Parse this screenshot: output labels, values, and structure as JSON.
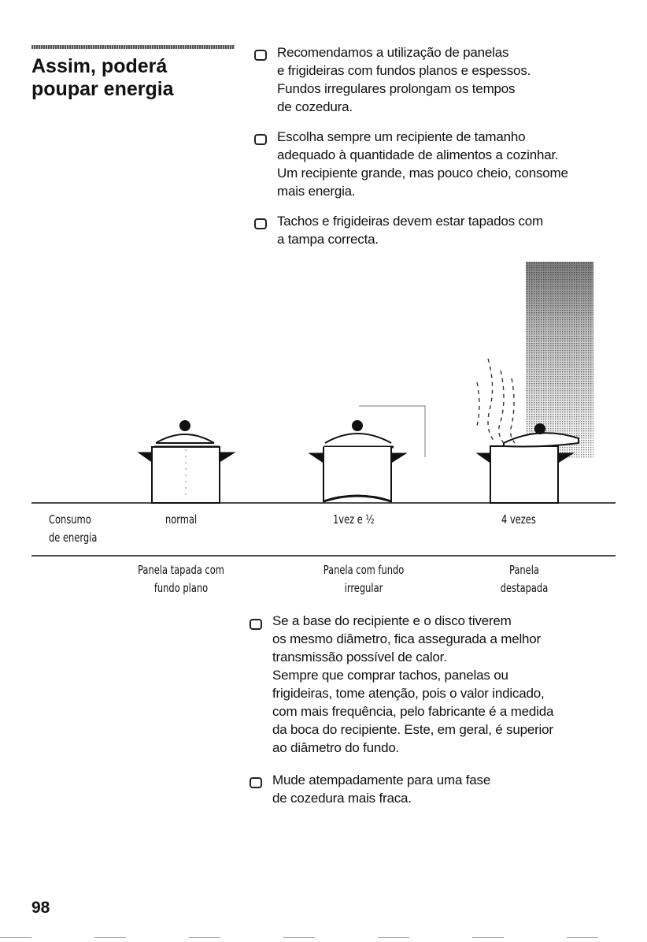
{
  "section": {
    "heading_line1": "Assim, poderá",
    "heading_line2": "poupar energia"
  },
  "bullets_top": [
    {
      "lines": [
        "Recomendamos a utilização de panelas",
        "e frigideiras com fundos planos e espessos.",
        "Fundos irregulares prolongam os tempos",
        "de cozedura."
      ]
    },
    {
      "lines": [
        "Escolha sempre um recipiente de tamanho",
        "adequado à quantidade de alimentos a cozinhar.",
        "Um recipiente grande, mas pouco cheio, consome",
        "mais energia."
      ]
    },
    {
      "lines": [
        "Tachos e frigideiras devem estar tapados com",
        "a tampa correcta."
      ]
    }
  ],
  "illustration": {
    "row_label_line1": "Consumo",
    "row_label_line2": "de energia",
    "consumption": [
      "normal",
      "1vez e ½",
      "4 vezes"
    ],
    "captions": [
      {
        "line1": "Panela tapada com",
        "line2": "fundo plano"
      },
      {
        "line1": "Panela com fundo",
        "line2": "irregular"
      },
      {
        "line1": "Panela",
        "line2": "destapada"
      }
    ]
  },
  "bullets_bottom": [
    {
      "lines": [
        "Se a base do recipiente e o disco tiverem",
        "os mesmo diâmetro, fica assegurada a melhor",
        "transmissão possível de calor.",
        "Sempre que comprar tachos, panelas ou",
        "frigideiras, tome atenção, pois o valor indicado,",
        "com mais frequência, pelo fabricante é a medida",
        "da boca do recipiente. Este, em geral, é superior",
        "ao diâmetro do fundo."
      ]
    },
    {
      "lines": [
        "Mude atempadamente para uma fase",
        "de cozedura mais fraca."
      ]
    }
  ],
  "page_number": "98"
}
